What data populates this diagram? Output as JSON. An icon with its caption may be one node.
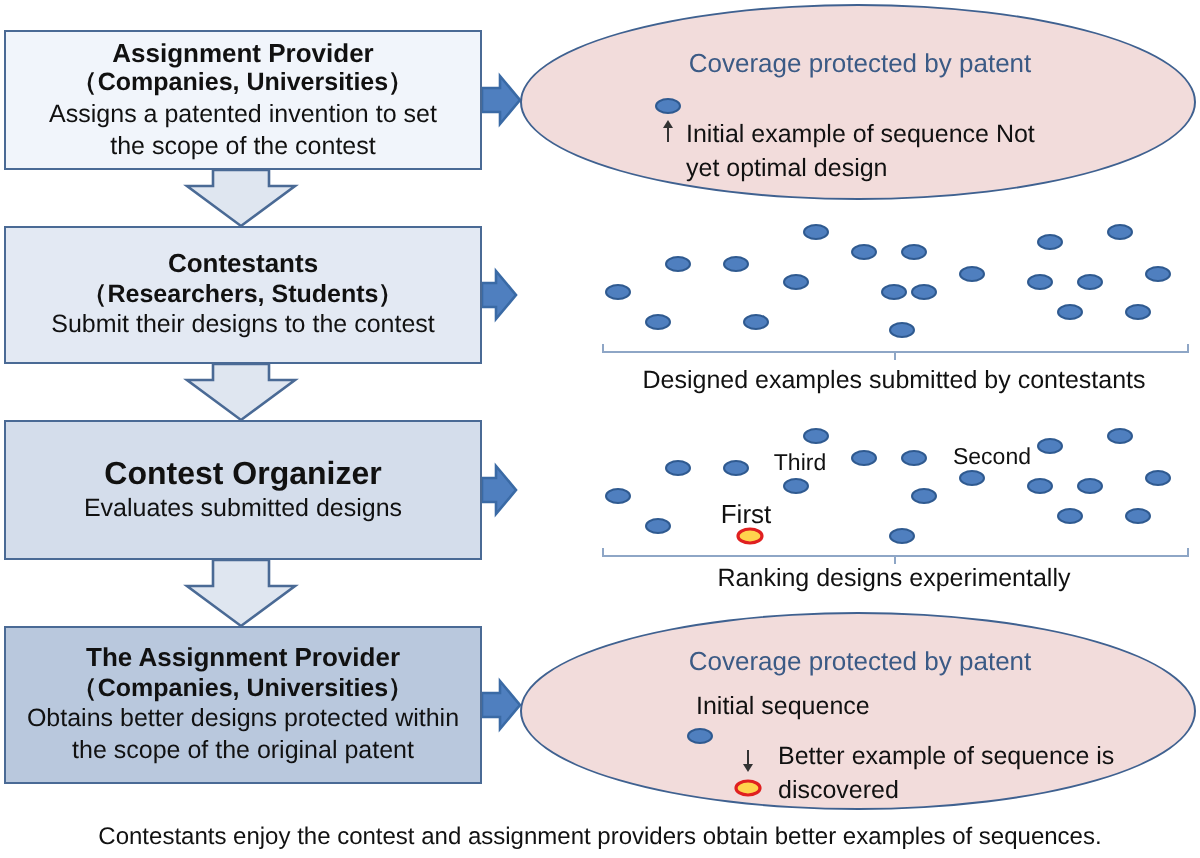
{
  "diagram": {
    "caption": "Contestants enjoy the contest and assignment providers obtain better examples of sequences.",
    "nodes": [
      {
        "text": [
          "Assignment Provider",
          "（Companies, Universities）",
          "Assigns a patented invention to set the scope of the contest"
        ]
      },
      {
        "text": [
          "Contestants",
          "（Researchers, Students）",
          "Submit their designs to the contest"
        ]
      },
      {
        "text": [
          "Contest Organizer",
          "Evaluates submitted designs"
        ]
      },
      {
        "text": [
          "The Assignment  Provider",
          "（Companies, Universities）",
          "Obtains better designs protected within the scope of the original patent"
        ]
      },
      {
        "text": [
          "Coverage protected by patent",
          "Initial example of sequence Not yet optimal design"
        ]
      },
      {
        "text": [
          "Coverage protected by patent",
          "Initial sequence",
          "Better example of sequence is discovered"
        ]
      }
    ],
    "edges": [
      {
        "from": 0,
        "to": 1,
        "arrow": "to"
      },
      {
        "from": 1,
        "to": 2,
        "arrow": "to"
      },
      {
        "from": 2,
        "to": 3,
        "arrow": "to"
      },
      {
        "from": 0,
        "to": 4,
        "arrow": "to"
      },
      {
        "from": 1,
        "to": null,
        "arrow": "to"
      },
      {
        "from": 2,
        "to": null,
        "arrow": "to"
      },
      {
        "from": 3,
        "to": 5,
        "arrow": "to"
      }
    ],
    "labels": [
      "Designed examples submitted by contestants",
      "Third",
      "Second",
      "First",
      "Ranking designs experimentally"
    ]
  }
}
